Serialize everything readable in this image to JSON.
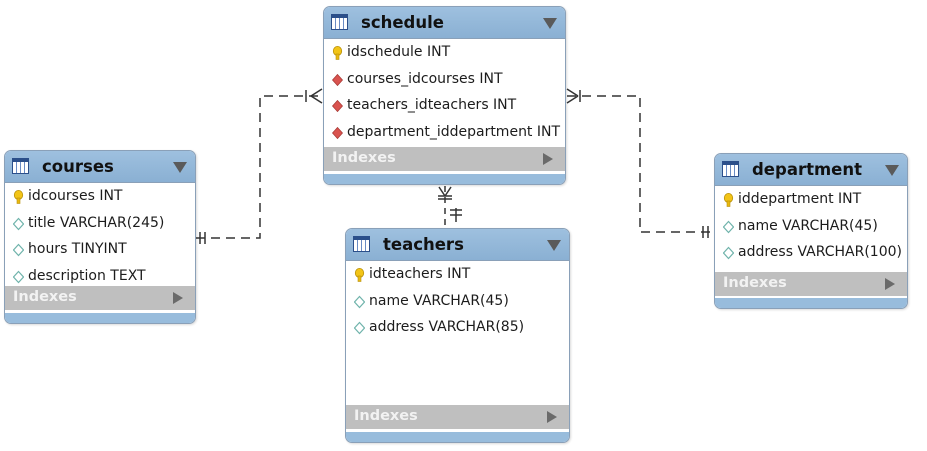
{
  "tables": [
    {
      "name": "schedule",
      "columns": [
        {
          "label": "idschedule INT",
          "icon": "primary-key-icon"
        },
        {
          "label": "courses_idcourses INT",
          "icon": "foreign-key-icon"
        },
        {
          "label": "teachers_idteachers INT",
          "icon": "foreign-key-icon"
        },
        {
          "label": "department_iddepartment INT",
          "icon": "foreign-key-icon"
        }
      ],
      "indexes_label": "Indexes"
    },
    {
      "name": "courses",
      "columns": [
        {
          "label": "idcourses INT",
          "icon": "primary-key-icon"
        },
        {
          "label": "title VARCHAR(245)",
          "icon": "column-icon"
        },
        {
          "label": "hours TINYINT",
          "icon": "column-icon"
        },
        {
          "label": "description TEXT",
          "icon": "column-icon"
        }
      ],
      "indexes_label": "Indexes"
    },
    {
      "name": "teachers",
      "columns": [
        {
          "label": "idteachers INT",
          "icon": "primary-key-icon"
        },
        {
          "label": "name VARCHAR(45)",
          "icon": "column-icon"
        },
        {
          "label": "address VARCHAR(85)",
          "icon": "column-icon"
        }
      ],
      "indexes_label": "Indexes"
    },
    {
      "name": "department",
      "columns": [
        {
          "label": "iddepartment INT",
          "icon": "primary-key-icon"
        },
        {
          "label": "name VARCHAR(45)",
          "icon": "column-icon"
        },
        {
          "label": "address VARCHAR(100)",
          "icon": "column-icon"
        }
      ],
      "indexes_label": "Indexes"
    }
  ],
  "relationships": [
    {
      "from": "courses",
      "to": "schedule",
      "from_cardinality": "one-mandatory",
      "to_cardinality": "many"
    },
    {
      "from": "teachers",
      "to": "schedule",
      "from_cardinality": "one-mandatory",
      "to_cardinality": "many"
    },
    {
      "from": "department",
      "to": "schedule",
      "from_cardinality": "one-mandatory",
      "to_cardinality": "many"
    }
  ],
  "colors": {
    "header": "#9ec0df",
    "footer": "#98bcdc",
    "indexes_bar": "#bfbfbf",
    "border": "#8aa0b8",
    "primary_key": "#f2c417",
    "foreign_key": "#d9534f",
    "column": "#8fc9c2"
  }
}
